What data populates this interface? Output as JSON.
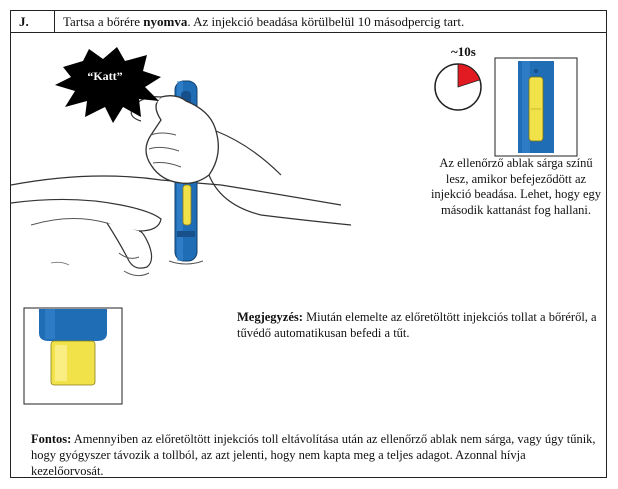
{
  "step": {
    "letter": "J.",
    "text_before": "Tartsa a bőrére ",
    "text_bold": "nyomva",
    "text_after": ". Az injekció beadása körülbelül 10 másodpercig tart."
  },
  "click_bubble": {
    "label": "“Katt”"
  },
  "timer": {
    "label": "~10s",
    "elapsed_fraction": 0.2
  },
  "check_window": {
    "text": "Az ellenőrző ablak sárga színű lesz, amikor befejeződött az injekció beadása. Lehet, hogy egy második kattanást fog hallani."
  },
  "note": {
    "label": "Megjegyzés:",
    "text": " Miután elemelte az előretöltött injekciós tollat a bőréről, a tűvédő automatikusan befedi a tűt."
  },
  "important": {
    "label": "Fontos:",
    "text": " Amennyiben az előretöltött injekciós toll eltávolítása után az ellenőrző ablak nem sárga, vagy úgy tűnik, hogy gyógyszer távozik a tollból, az azt jelenti, hogy nem kapta meg a teljes adagot. Azonnal hívja kezelőorvosát."
  },
  "colors": {
    "pen_blue": "#1f6db5",
    "pen_blue_dark": "#17508a",
    "window_yellow": "#f2e24a",
    "timer_red": "#e21b23",
    "bubble_black": "#000000"
  },
  "icons": [
    "click-burst-icon",
    "timer-icon",
    "pen-window-icon",
    "needle-shield-icon"
  ]
}
